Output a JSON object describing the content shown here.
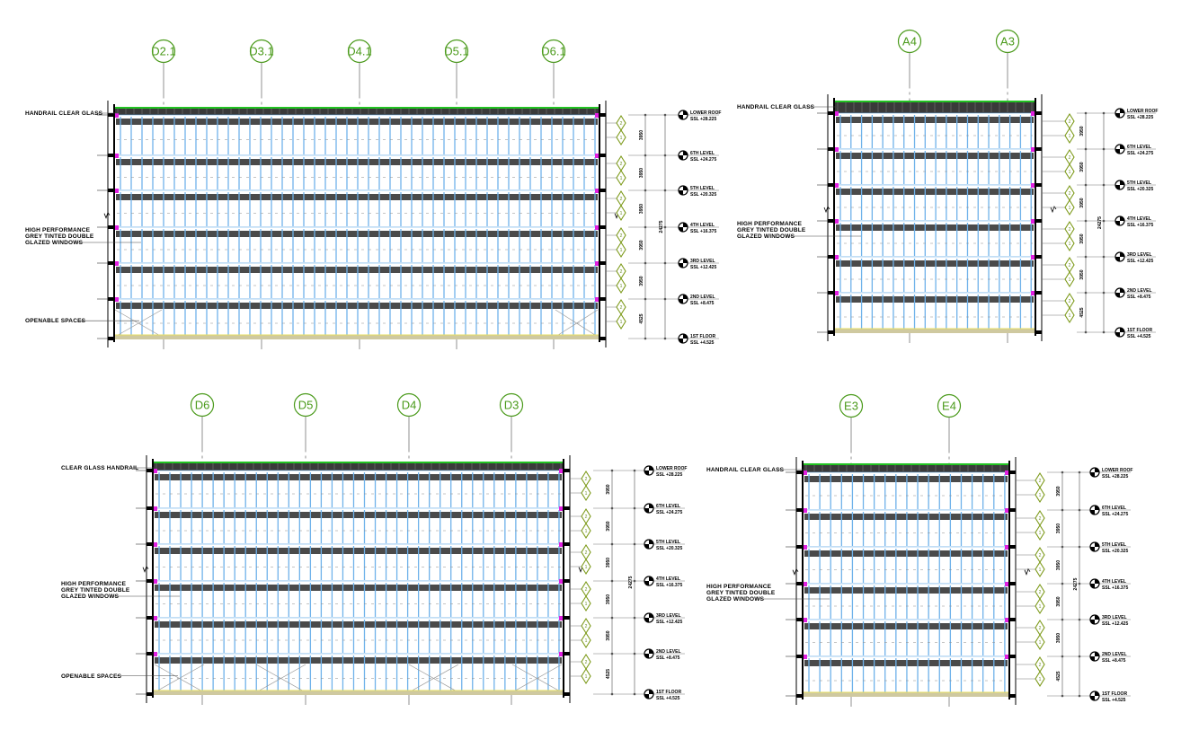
{
  "colors": {
    "grid_bubble": "#4a9a1a",
    "glazing": "#6fb2ea",
    "handrail_green": "#22c322",
    "spandrel": "#4a4a4a",
    "column_marker": "#e020e0",
    "tag_diamond": "#7d9a1a",
    "slab": "#000000",
    "ground_fill": "#cfc9a0"
  },
  "levels": [
    {
      "name": "LOWER ROOF",
      "ssl": "SSL +28.225"
    },
    {
      "name": "6TH LEVEL",
      "ssl": "SSL +24.275"
    },
    {
      "name": "5TH LEVEL",
      "ssl": "SSL +20.325"
    },
    {
      "name": "4TH LEVEL",
      "ssl": "SSL +16.375"
    },
    {
      "name": "3RD LEVEL",
      "ssl": "SSL +12.425"
    },
    {
      "name": "2ND LEVEL",
      "ssl": "SSL +8.475"
    },
    {
      "name": "1ST FLOOR",
      "ssl": "SSL +4.525"
    }
  ],
  "dimensions": {
    "floor_heights": [
      "3950",
      "3950",
      "3950",
      "3950",
      "3950",
      "4525"
    ],
    "total": "24275"
  },
  "tags": {
    "upper": "2",
    "lower": "1"
  },
  "elevations": [
    {
      "id": "elevation-top-left",
      "grid_lines": [
        "D2.1",
        "D3.1",
        "D4.1",
        "D5.1",
        "D6.1"
      ],
      "notes": {
        "handrail": "HANDRAIL CLEAR GLASS",
        "glazing": [
          "HIGH PERFORMANCE",
          "GREY TINTED DOUBLE",
          "GLAZED WINDOWS"
        ],
        "openable": "OPENABLE SPACES"
      }
    },
    {
      "id": "elevation-top-right",
      "grid_lines": [
        "A4",
        "A3"
      ],
      "notes": {
        "handrail": "HANDRAIL CLEAR GLASS",
        "glazing": [
          "HIGH PERFORMANCE",
          "GREY TINTED DOUBLE",
          "GLAZED WINDOWS"
        ],
        "openable": ""
      }
    },
    {
      "id": "elevation-bottom-left",
      "grid_lines": [
        "D6",
        "D5",
        "D4",
        "D3"
      ],
      "notes": {
        "handrail": "CLEAR GLASS HANDRAIL",
        "glazing": [
          "HIGH PERFORMANCE",
          "GREY TINTED DOUBLE",
          "GLAZED WINDOWS"
        ],
        "openable": "OPENABLE SPACES"
      }
    },
    {
      "id": "elevation-bottom-right",
      "grid_lines": [
        "E3",
        "E4"
      ],
      "notes": {
        "handrail": "HANDRAIL CLEAR GLASS",
        "glazing": [
          "HIGH PERFORMANCE",
          "GREY TINTED DOUBLE",
          "GLAZED WINDOWS"
        ],
        "openable": ""
      }
    }
  ]
}
